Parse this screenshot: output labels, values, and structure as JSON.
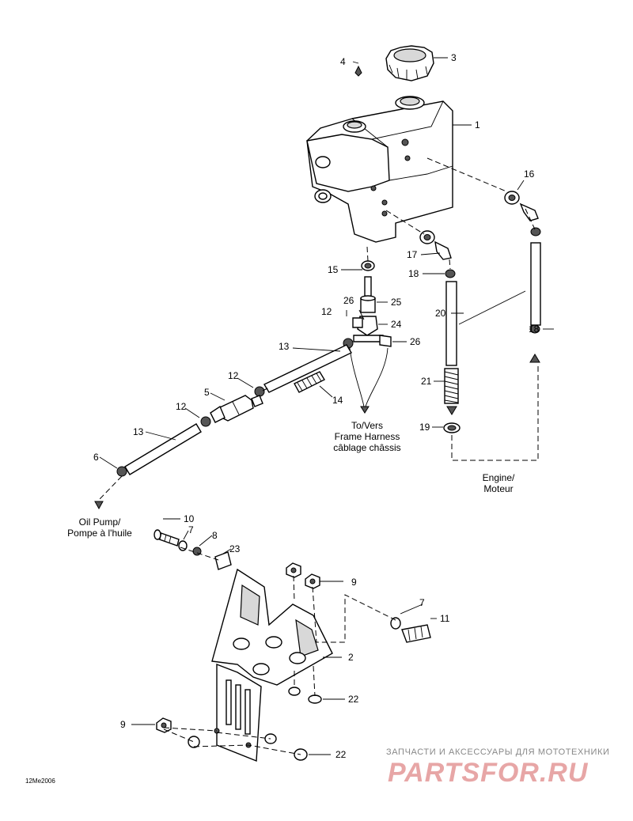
{
  "callouts": {
    "c1": "1",
    "c2": "2",
    "c3": "3",
    "c4": "4",
    "c5": "5",
    "c6": "6",
    "c7a": "7",
    "c7b": "7",
    "c8": "8",
    "c9a": "9",
    "c9b": "9",
    "c10": "10",
    "c11": "11",
    "c12a": "12",
    "c12b": "12",
    "c12c": "12",
    "c13a": "13",
    "c13b": "13",
    "c14": "14",
    "c15": "15",
    "c16": "16",
    "c17": "17",
    "c18a": "18",
    "c18b": "18",
    "c19": "19",
    "c20": "20",
    "c21": "21",
    "c22a": "22",
    "c22b": "22",
    "c23": "23",
    "c24": "24",
    "c25": "25",
    "c26a": "26",
    "c26b": "26"
  },
  "captions": {
    "frame_harness_l1": "To/Vers",
    "frame_harness_l2": "Frame Harness",
    "frame_harness_l3": "câblage châssis",
    "engine_l1": "Engine/",
    "engine_l2": "Moteur",
    "oil_pump_l1": "Oil Pump/",
    "oil_pump_l2": "Pompe à l'huile"
  },
  "drawing_code": "12Me2006",
  "watermark": {
    "tagline": "ЗАПЧАСТИ И АКСЕССУАРЫ ДЛЯ МОТОТЕХНИКИ",
    "logo": "PARTSFOR.RU"
  }
}
